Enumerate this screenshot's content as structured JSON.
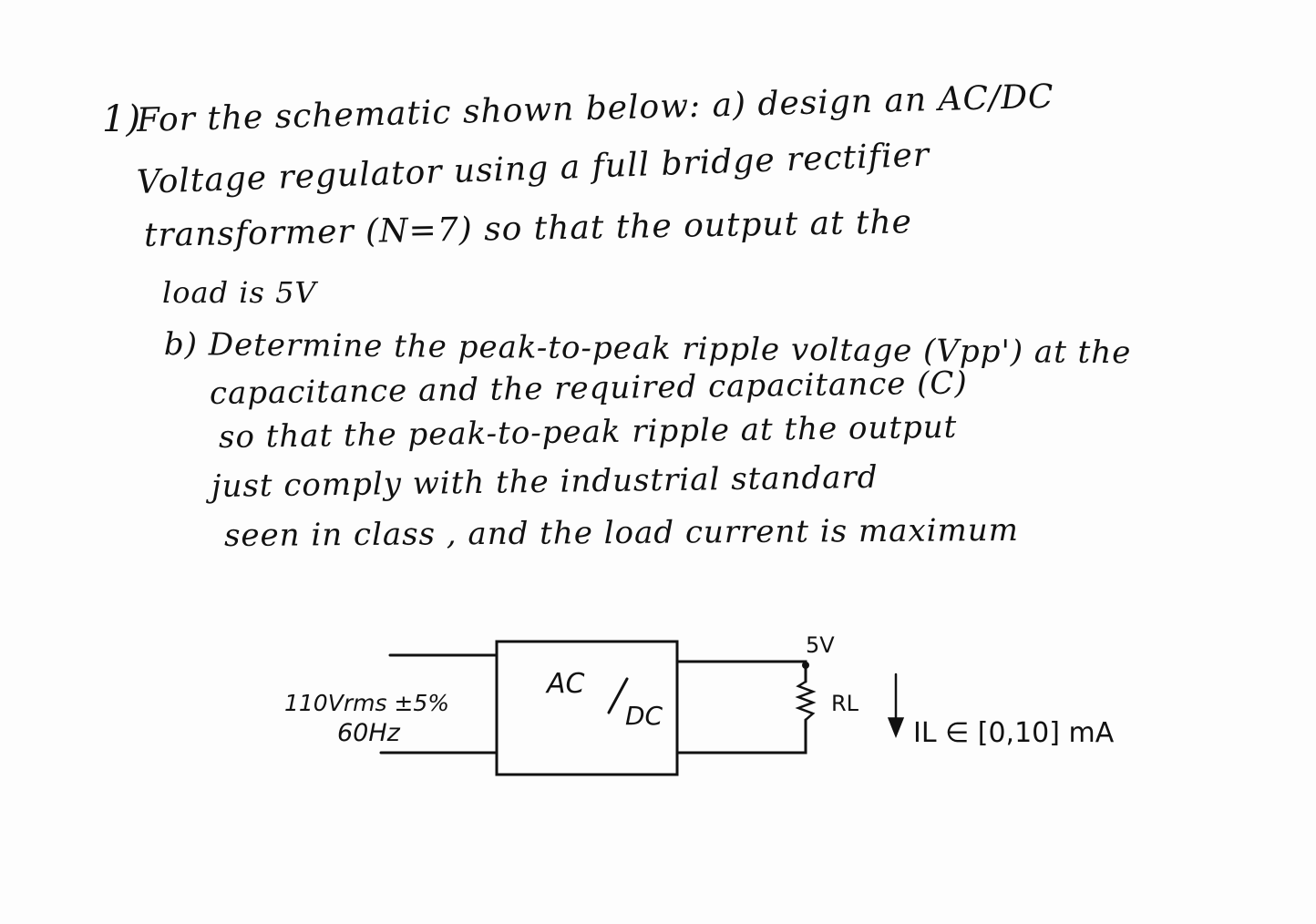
{
  "problem": {
    "number": "1)",
    "part_a_lines": [
      "For the schematic shown below: a) design an AC/DC",
      "Voltage regulator using a full bridge rectifier",
      "transformer   (N=7)  so that the output at the",
      "load is 5V"
    ],
    "part_b_lines": [
      "b) Determine the peak-to-peak ripple voltage (Vpp') at the",
      "capacitance  and the required capacitance (C)",
      "so that the peak-to-peak ripple at the output",
      "just comply with the industrial standard",
      "seen in class ,  and the load current is maximum"
    ]
  },
  "schematic": {
    "input_voltage": "110Vrms ±5%",
    "input_frequency": "60Hz",
    "block_label_top": "AC",
    "block_label_bottom": "DC",
    "output_voltage": "5V",
    "load_label": "RL",
    "current_label": "IL ∈ [0,10] mA"
  },
  "colors": {
    "ink": "#111111",
    "paper": "#fdfdfd"
  }
}
